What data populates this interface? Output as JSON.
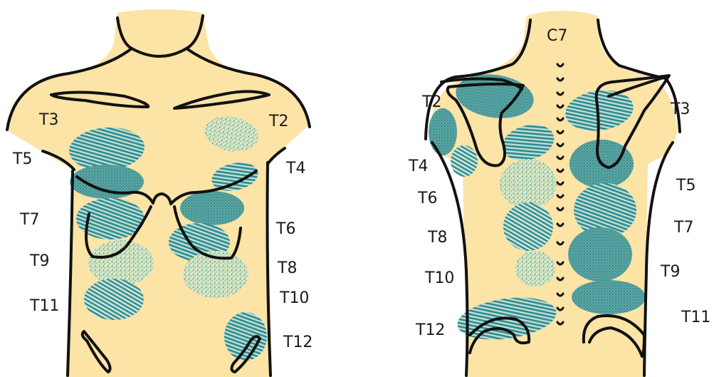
{
  "colors": {
    "skin": "#fce3a6",
    "outline": "#111111",
    "zone": "#2e8a8e"
  },
  "front": {
    "labels": [
      "T3",
      "T2",
      "T5",
      "T4",
      "T7",
      "T6",
      "T9",
      "T8",
      "T11",
      "T10",
      "T12"
    ]
  },
  "back": {
    "labels": [
      "C7",
      "T2",
      "T3",
      "T4",
      "T5",
      "T6",
      "T7",
      "T8",
      "T9",
      "T10",
      "T11",
      "T12"
    ]
  }
}
